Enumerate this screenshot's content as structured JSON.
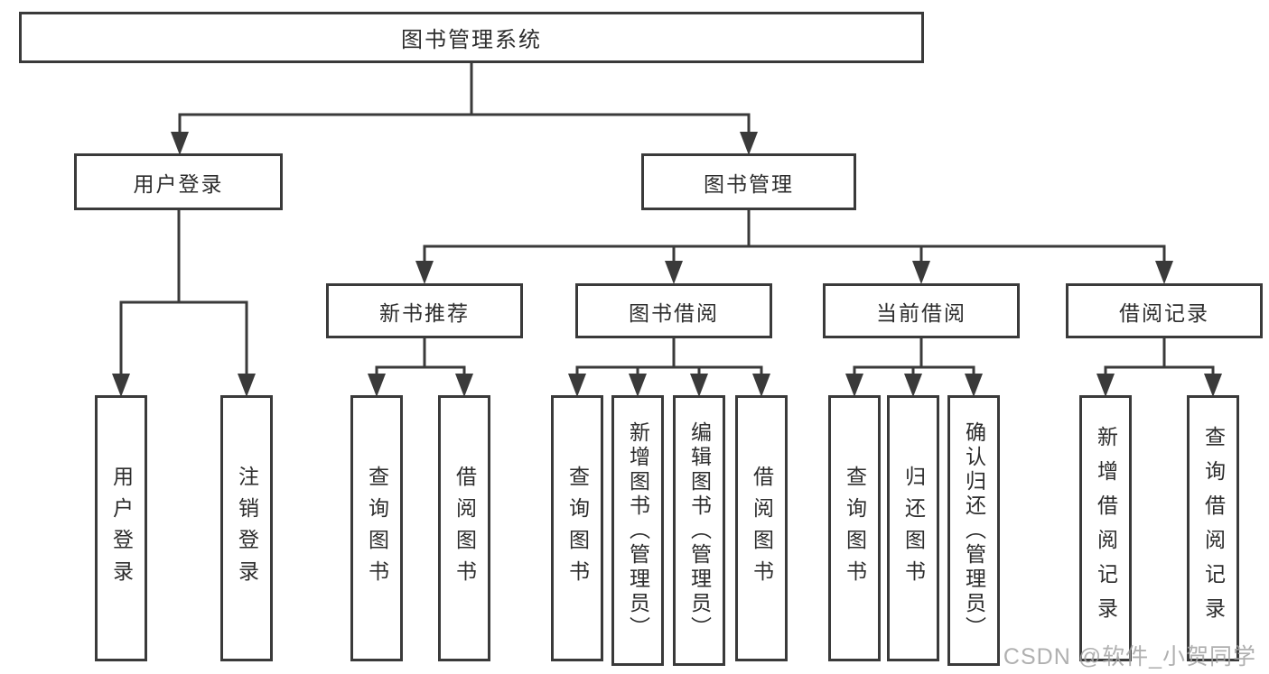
{
  "tree": {
    "label": "图书管理系统",
    "children": [
      {
        "label": "用户登录",
        "children": [
          {
            "label": "用户登录"
          },
          {
            "label": "注销登录"
          }
        ]
      },
      {
        "label": "图书管理",
        "children": [
          {
            "label": "新书推荐",
            "children": [
              {
                "label": "查询图书"
              },
              {
                "label": "借阅图书"
              }
            ]
          },
          {
            "label": "图书借阅",
            "children": [
              {
                "label": "查询图书"
              },
              {
                "label": "新增图书（管理员）"
              },
              {
                "label": "编辑图书（管理员）"
              },
              {
                "label": "借阅图书"
              }
            ]
          },
          {
            "label": "当前借阅",
            "children": [
              {
                "label": "查询图书"
              },
              {
                "label": "归还图书"
              },
              {
                "label": "确认归还（管理员）"
              }
            ]
          },
          {
            "label": "借阅记录",
            "children": [
              {
                "label": "新增借阅记录"
              },
              {
                "label": "查询借阅记录"
              }
            ]
          }
        ]
      }
    ]
  },
  "watermark": {
    "text": "CSDN @软件_小贺同学"
  },
  "colors": {
    "line": "#3a3a3a",
    "box_border": "#3a3a3a",
    "text": "#2d2d2d",
    "watermark": "#a3a3a3",
    "background": "#ffffff"
  }
}
